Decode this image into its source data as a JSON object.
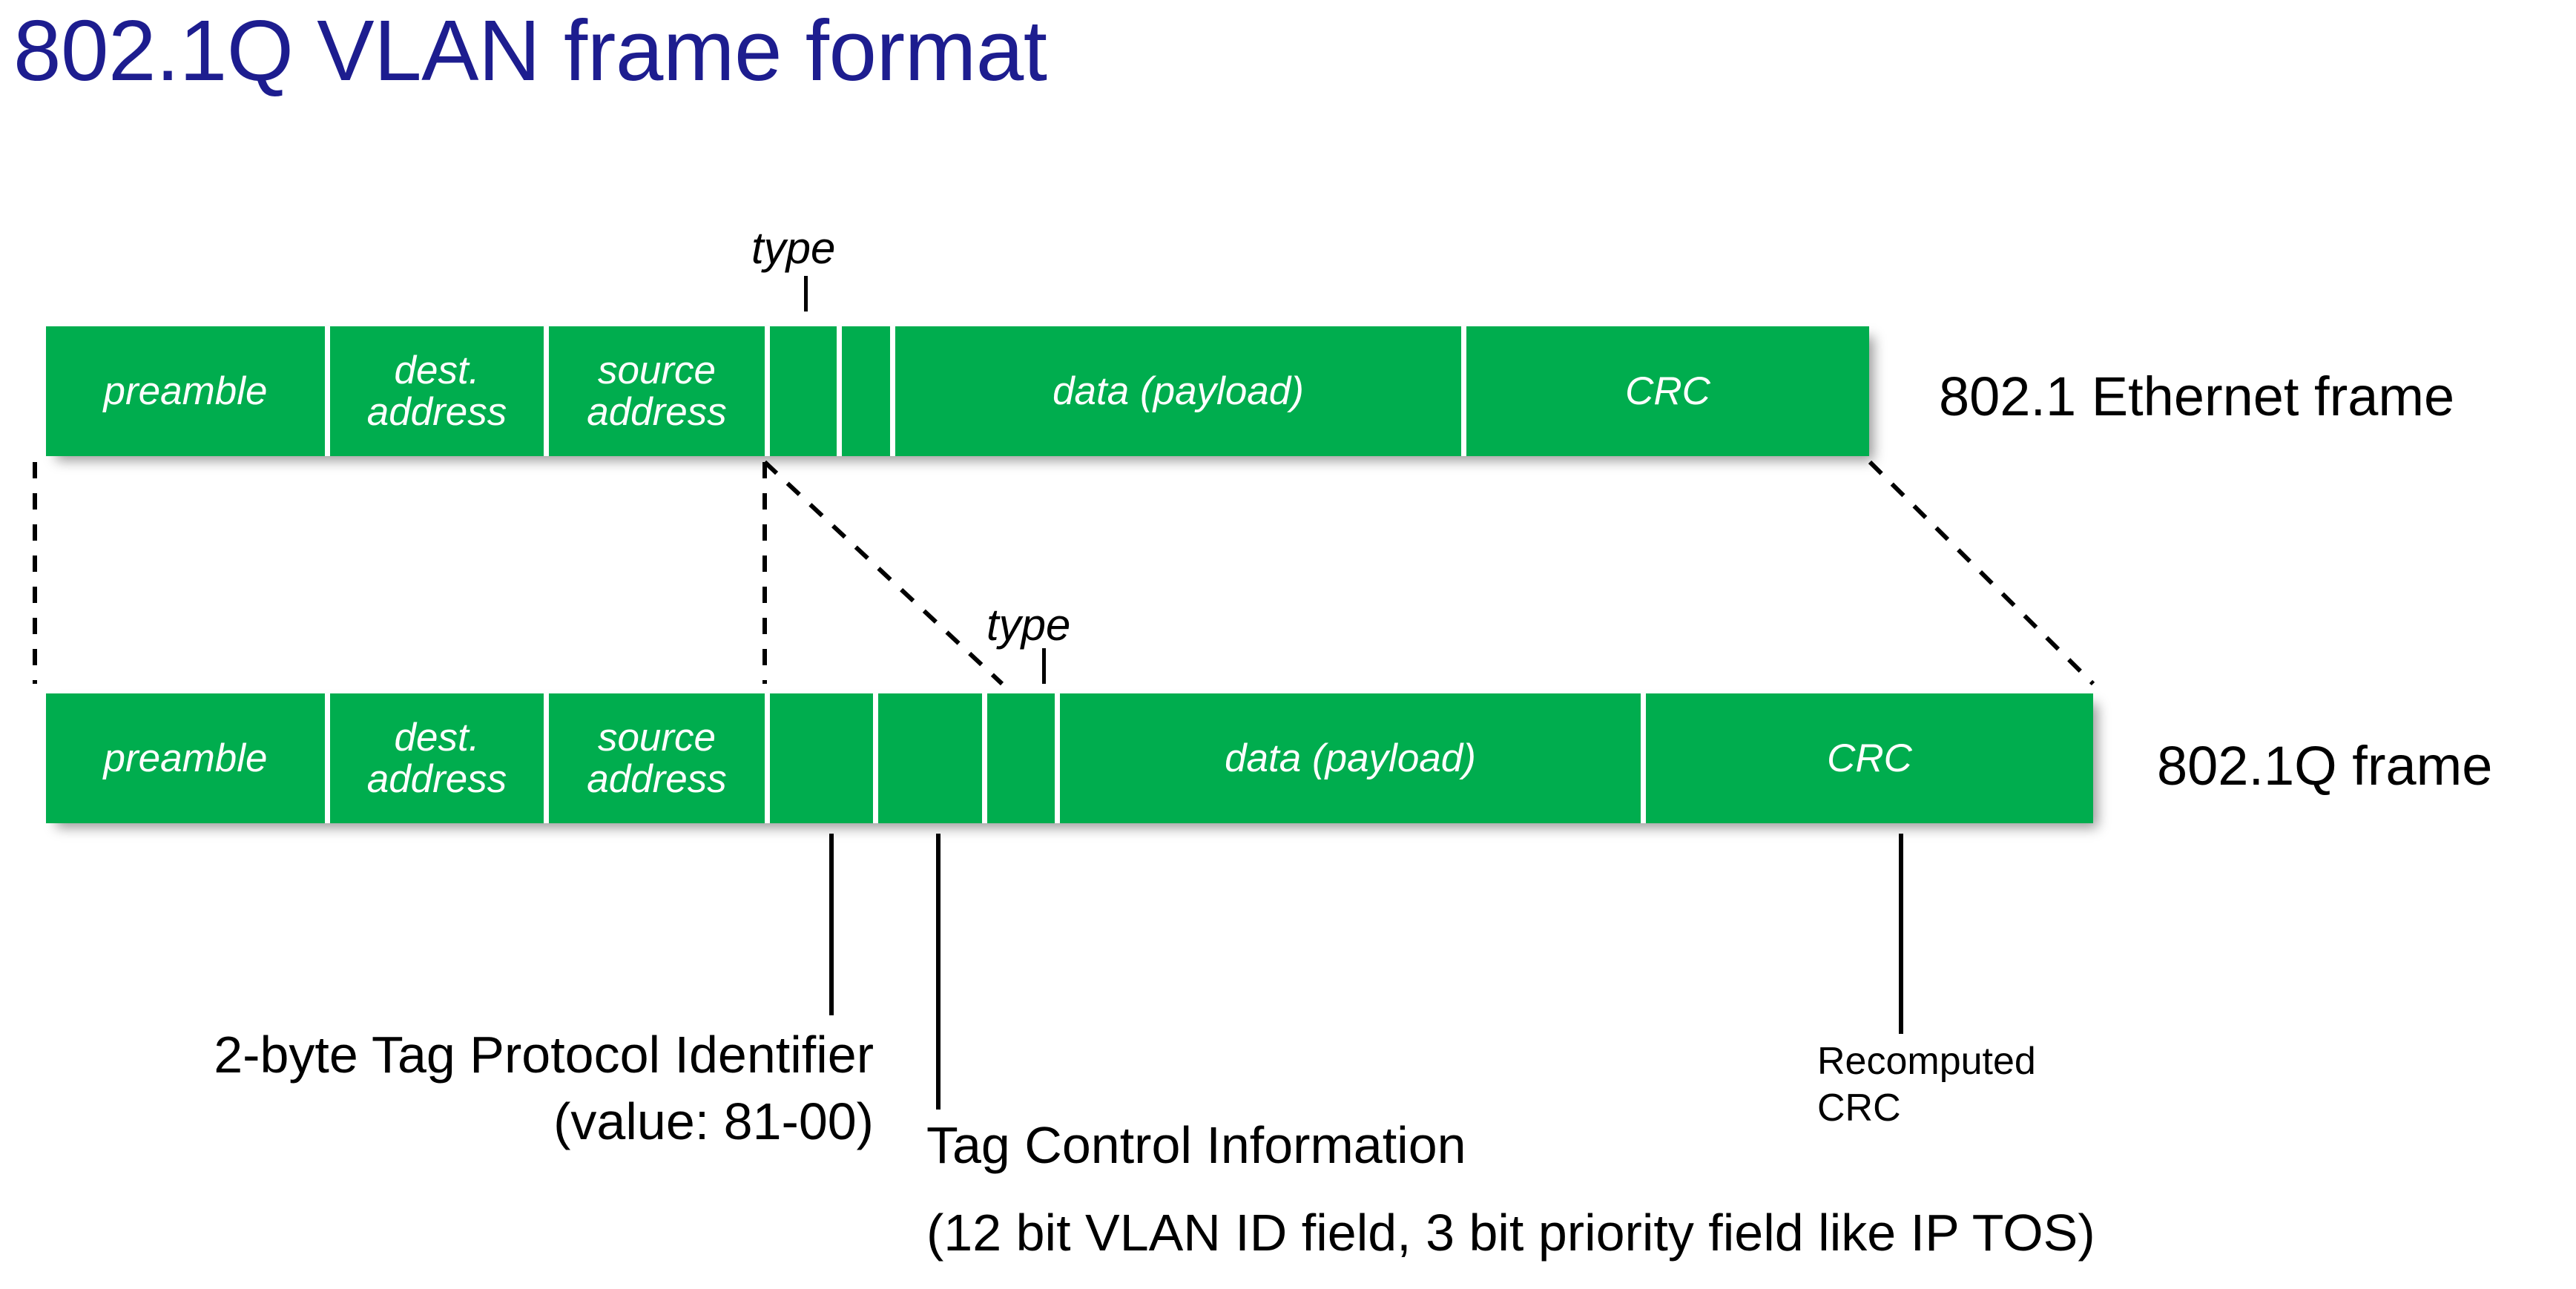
{
  "title": "802.1Q VLAN frame format",
  "colors": {
    "title": "#1d1d8f",
    "field_fill": "#00ad4e",
    "field_text": "#ffffff",
    "annotation": "#000000",
    "background": "#ffffff"
  },
  "frames": [
    {
      "id": "ethernet",
      "caption": "802.1 Ethernet frame",
      "type_callout": "type",
      "fields": [
        {
          "key": "preamble",
          "label": "preamble"
        },
        {
          "key": "dest",
          "label": "dest.\naddress"
        },
        {
          "key": "source",
          "label": "source\naddress"
        },
        {
          "key": "gap",
          "label": ""
        },
        {
          "key": "type",
          "label": ""
        },
        {
          "key": "data",
          "label": "data (payload)"
        },
        {
          "key": "crc",
          "label": "CRC"
        }
      ]
    },
    {
      "id": "dot1q",
      "caption": "802.1Q frame",
      "type_callout": "type",
      "fields": [
        {
          "key": "preamble",
          "label": "preamble"
        },
        {
          "key": "dest",
          "label": "dest.\naddress"
        },
        {
          "key": "source",
          "label": "source\naddress"
        },
        {
          "key": "tpid",
          "label": ""
        },
        {
          "key": "tci",
          "label": ""
        },
        {
          "key": "type",
          "label": ""
        },
        {
          "key": "data",
          "label": "data (payload)"
        },
        {
          "key": "crc",
          "label": "CRC"
        }
      ]
    }
  ],
  "annotations": {
    "tpid_line1": "2-byte Tag Protocol Identifier",
    "tpid_line2": "(value: 81-00)",
    "tci_line1": "Tag Control Information",
    "tci_line2": "(12 bit VLAN ID field, 3 bit priority field like IP TOS)",
    "crc_line1": "Recomputed",
    "crc_line2": "CRC"
  }
}
